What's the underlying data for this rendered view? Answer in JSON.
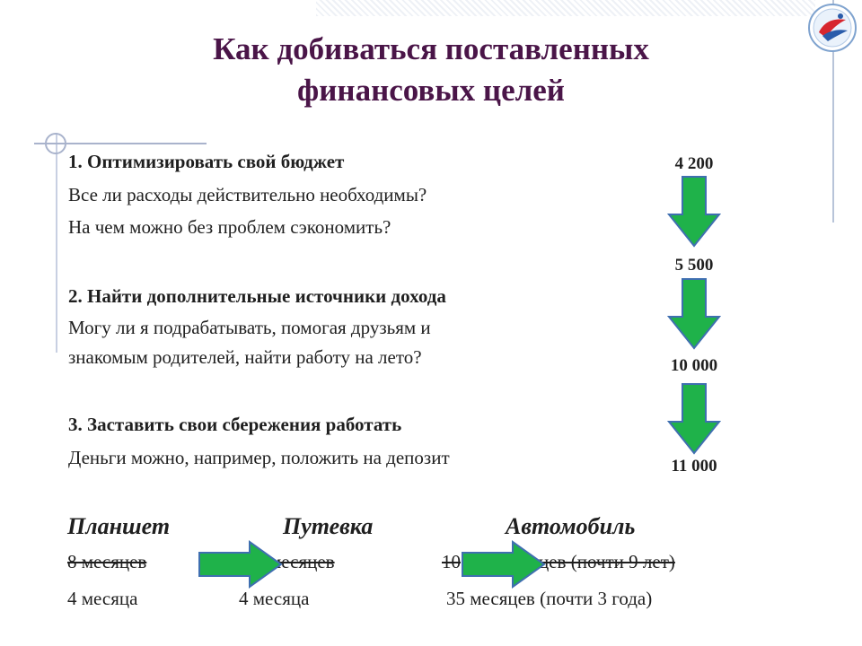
{
  "title": "Как добиваться поставленных финансовых целей",
  "steps": [
    {
      "heading": "1. Оптимизировать свой бюджет",
      "lines": [
        "Все ли расходы действительно необходимы?",
        "На чем можно без проблем сэкономить?"
      ]
    },
    {
      "heading": "2. Найти дополнительные источники дохода",
      "lines": [
        "Могу ли я подрабатывать, помогая друзьям и",
        "знакомым родителей, найти работу на лето?"
      ]
    },
    {
      "heading": "3. Заставить свои сбережения работать",
      "lines": [
        "Деньги можно, например, положить на депозит"
      ]
    }
  ],
  "amounts": [
    "4 200",
    "5 500",
    "10 000",
    "11 000"
  ],
  "goals": {
    "headers": [
      "Планшет",
      "Путевка",
      "Автомобиль"
    ],
    "before": [
      "8 месяцев",
      "месяцев",
      "10",
      "цев (почти 9 лет)"
    ],
    "after": [
      "4 месяца",
      "4 месяца",
      "35 месяцев (почти 3 года)"
    ]
  },
  "colors": {
    "title": "#4a1548",
    "arrow_fill": "#1fb24a",
    "arrow_stroke": "#3f6fb0"
  }
}
